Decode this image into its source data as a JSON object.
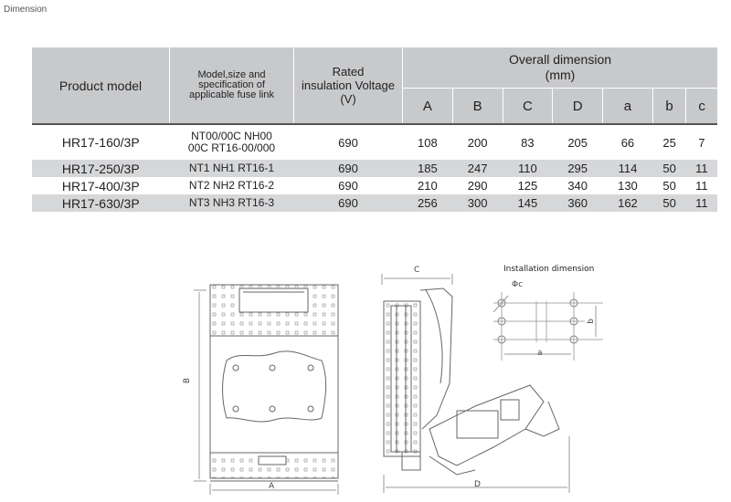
{
  "page": {
    "heading": "Dimension"
  },
  "table": {
    "headers": {
      "product_model": "Product model",
      "model_spec": [
        "Model,size and",
        "specification of",
        "applicable fuse link"
      ],
      "rated_voltage": [
        "Rated",
        "insulation Voltage",
        "(V)"
      ],
      "overall_dimension": [
        "Overall dimension",
        "(mm)"
      ],
      "sub_columns": [
        "A",
        "B",
        "C",
        "D",
        "a",
        "b",
        "c"
      ]
    },
    "rows": [
      {
        "model": "HR17-160/3P",
        "fuse_line1": "NT00/00C  NH00",
        "fuse_line2": "00C RT16-00/000",
        "voltage": "690",
        "dims": [
          "108",
          "200",
          "83",
          "205",
          "66",
          "25",
          "7"
        ]
      },
      {
        "model": "HR17-250/3P",
        "fuse_line1": "NT1 NH1 RT16-1",
        "fuse_line2": "",
        "voltage": "690",
        "dims": [
          "185",
          "247",
          "110",
          "295",
          "114",
          "50",
          "11"
        ]
      },
      {
        "model": "HR17-400/3P",
        "fuse_line1": "NT2 NH2 RT16-2",
        "fuse_line2": "",
        "voltage": "690",
        "dims": [
          "210",
          "290",
          "125",
          "340",
          "130",
          "50",
          "11"
        ]
      },
      {
        "model": "HR17-630/3P",
        "fuse_line1": "NT3 NH3 RT16-3",
        "fuse_line2": "",
        "voltage": "690",
        "dims": [
          "256",
          "300",
          "145",
          "360",
          "162",
          "50",
          "11"
        ]
      }
    ]
  },
  "drawing": {
    "installation_label": "Installation dimension",
    "dim_A": "A",
    "dim_B": "B",
    "dim_C": "C",
    "dim_D": "D",
    "dim_a": "a",
    "dim_b": "b",
    "dim_phi_c": "Φc"
  }
}
